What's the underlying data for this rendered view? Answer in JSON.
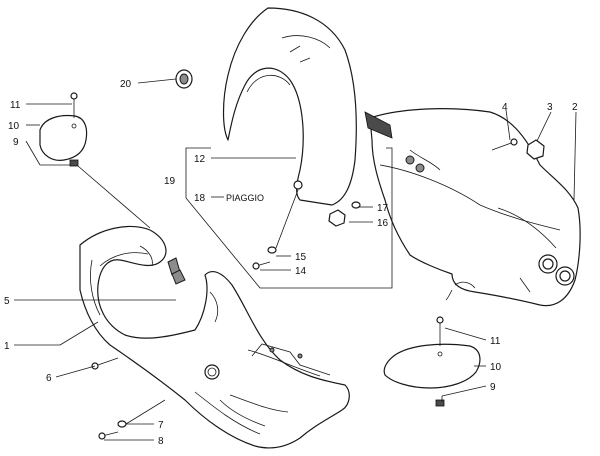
{
  "diagram": {
    "callouts": {
      "c1": "1",
      "c2": "2",
      "c3": "3",
      "c4": "4",
      "c5": "5",
      "c6": "6",
      "c7": "7",
      "c8": "8",
      "c9a": "9",
      "c9b": "9",
      "c10a": "10",
      "c10b": "10",
      "c11a": "11",
      "c11b": "11",
      "c12": "12",
      "c14": "14",
      "c15": "15",
      "c16": "16",
      "c17": "17",
      "c18": "18",
      "c19": "19",
      "c20": "20"
    },
    "brand_label": "PIAGGIO"
  }
}
